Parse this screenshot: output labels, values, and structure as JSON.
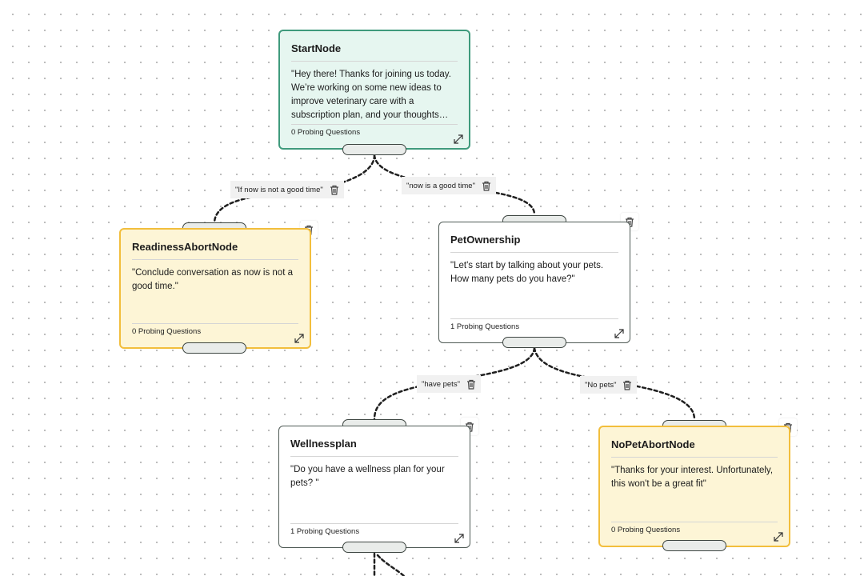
{
  "nodes": {
    "start": {
      "title": "StartNode",
      "text": "\"Hey there! Thanks for joining us today. We’re working on some new ideas to improve veterinary care with a subscription plan, and your thoughts…",
      "footer": "0 Probing Questions"
    },
    "readiness_abort": {
      "title": "ReadinessAbortNode",
      "text": "\"Conclude conversation as now is not a good time.\"",
      "footer": "0 Probing Questions"
    },
    "pet_ownership": {
      "title": "PetOwnership",
      "text": "\"Let's start by talking about your pets. How many pets do you have?\"",
      "footer": "1 Probing Questions"
    },
    "wellness_plan": {
      "title": "Wellnessplan",
      "text": "\"Do you have a wellness plan for your pets? \"",
      "footer": "1 Probing Questions"
    },
    "no_pet_abort": {
      "title": "NoPetAbortNode",
      "text": "\"Thanks for your interest. Unfortunately, this won't be a great fit\"",
      "footer": "0 Probing Questions"
    }
  },
  "edges": {
    "not_good_time": "\"If now is not a good time\"",
    "good_time": "\"now is a good time\"",
    "have_pets": "\"have pets\"",
    "no_pets": "\"No pets\""
  },
  "colors": {
    "start_bg": "#e6f6f0",
    "start_border": "#3f9a7c",
    "abort_bg": "#fdf5d6",
    "abort_border": "#f2be3c",
    "node_border": "#4f5a55"
  },
  "icons": {
    "delete": "trash-icon",
    "expand": "expand-arrows-icon"
  }
}
